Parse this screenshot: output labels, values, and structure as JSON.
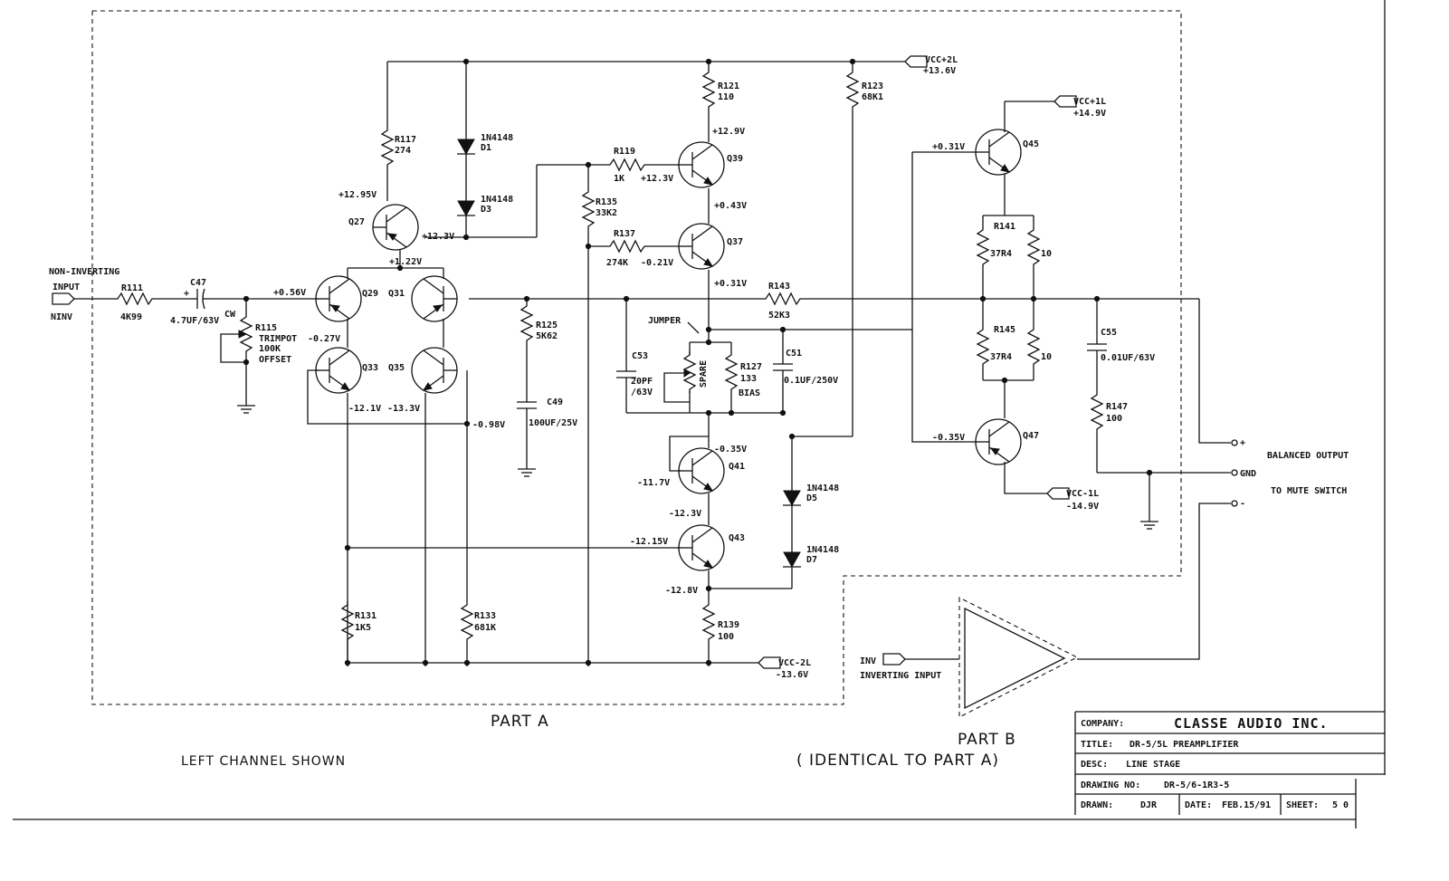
{
  "labels": {
    "non_inverting_input": "NON-INVERTING",
    "input": "INPUT",
    "ninv": "NINV",
    "r111": "R111",
    "r111_val": "4K99",
    "c47": "C47",
    "c47_val": "4.7UF/63V",
    "cw": "CW",
    "plus": "+",
    "r115": "R115",
    "r115_desc": "TRIMPOT",
    "r115_val": "100K",
    "r115_note": "OFFSET",
    "v_056": "+0.56V",
    "v_m027": "-0.27V",
    "q29": "Q29",
    "q31": "Q31",
    "q33": "Q33",
    "q35": "Q35",
    "q27": "Q27",
    "v_1295": "+12.95V",
    "v_123": "+12.3V",
    "v_122": "+1.22V",
    "v_m121": "-12.1V",
    "v_m133": "-13.3V",
    "v_m098": "-0.98V",
    "r117": "R117",
    "r117_val": "274",
    "d1_part": "1N4148",
    "d1": "D1",
    "d3_part": "1N4148",
    "d3": "D3",
    "r121": "R121",
    "r121_val": "110",
    "r123": "R123",
    "r123_val": "68K1",
    "vcc2l": "VCC+2L",
    "vcc2l_v": "+13.6V",
    "v_129": "+12.9V",
    "r119": "R119",
    "r119_val": "1K",
    "v_123b": "+12.3V",
    "q39": "Q39",
    "v_043": "+0.43V",
    "r135": "R135",
    "r135_val": "33K2",
    "r137": "R137",
    "r137_val": "274K",
    "v_m021": "-0.21V",
    "q37": "Q37",
    "v_031": "+0.31V",
    "r143": "R143",
    "r143_val": "52K3",
    "r125": "R125",
    "r125_val": "5K62",
    "c49": "C49",
    "c49_val": "100UF/25V",
    "jumper": "JUMPER",
    "c53": "C53",
    "c53_val1": "20PF",
    "c53_val2": "/63V",
    "spare": "SPARE",
    "r127": "R127",
    "r127_val": "133",
    "r127_note": "BIAS",
    "c51": "C51",
    "c51_val": "0.1UF/250V",
    "vcc1l": "VCC+1L",
    "vcc1l_v": "+14.9V",
    "v_031b": "+0.31V",
    "q45": "Q45",
    "r141": "R141",
    "r141_val": "37R4",
    "r141b": "10",
    "r145": "R145",
    "r145_val": "37R4",
    "r145b": "10",
    "c55": "C55",
    "c55_val": "0.01UF/63V",
    "r147": "R147",
    "r147_val": "100",
    "v_m035b": "-0.35V",
    "q47": "Q47",
    "vccm1l": "VCC-1L",
    "vccm1l_v": "-14.9V",
    "plus_out": "+",
    "gnd": "GND",
    "minus_out": "-",
    "balanced_output": "BALANCED OUTPUT",
    "to_mute": "TO MUTE SWITCH",
    "v_m035": "-0.35V",
    "v_m117": "-11.7V",
    "q41": "Q41",
    "d5_part": "1N4148",
    "d5": "D5",
    "v_m123": "-12.3V",
    "v_m1215": "-12.15V",
    "q43": "Q43",
    "d7_part": "1N4148",
    "d7": "D7",
    "v_m128": "-12.8V",
    "r139": "R139",
    "r139_val": "100",
    "r131": "R131",
    "r131_val": "1K5",
    "r133": "R133",
    "r133_val": "681K",
    "vccm2l": "VCC-2L",
    "vccm2l_v": "-13.6V",
    "inv": "INV",
    "inverting_input": "INVERTING INPUT",
    "part_a": "PART A",
    "part_b": "PART B",
    "identical": "( IDENTICAL TO PART A)",
    "left_channel": "LEFT CHANNEL SHOWN"
  },
  "title_block": {
    "company_label": "COMPANY:",
    "company": "CLASSE AUDIO INC.",
    "title_label": "TITLE:",
    "title": "DR-5/5L PREAMPLIFIER",
    "desc_label": "DESC:",
    "desc": "LINE STAGE",
    "drawing_label": "DRAWING NO:",
    "drawing": "DR-5/6-1R3-5",
    "drawn_label": "DRAWN:",
    "drawn": "DJR",
    "date_label": "DATE:",
    "date": "FEB.15/91",
    "sheet_label": "SHEET:",
    "sheet": "5 0"
  }
}
